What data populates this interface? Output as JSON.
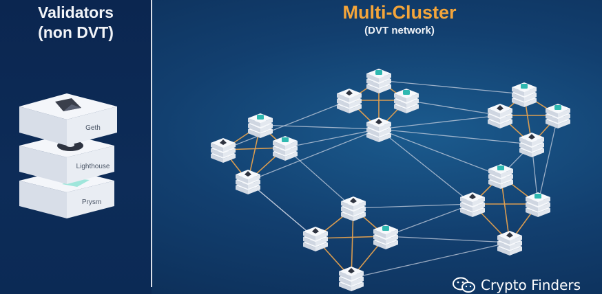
{
  "left": {
    "title_line1": "Validators",
    "title_line2": "(non DVT)",
    "layers": [
      {
        "label": "Geth",
        "icon": "ethereum-icon"
      },
      {
        "label": "Lighthouse",
        "icon": "lighthouse-icon"
      },
      {
        "label": "Prysm",
        "icon": "prysm-icon"
      }
    ]
  },
  "main": {
    "title": "Multi-Cluster",
    "subtitle": "(DVT network)"
  },
  "colors": {
    "accent": "#f4a53a",
    "intra_link": "#e6a14e",
    "inter_link": "#c9d2e0"
  },
  "watermark": {
    "text": "Crypto Finders",
    "icon": "wechat-icon"
  }
}
